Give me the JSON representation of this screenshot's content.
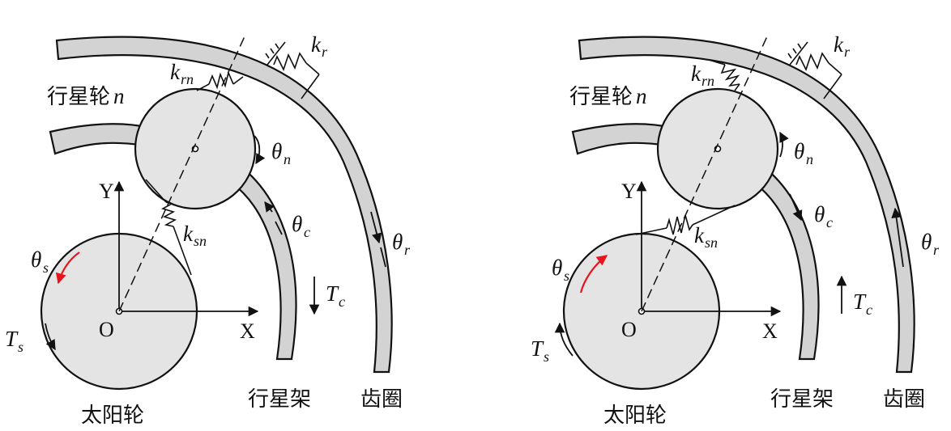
{
  "panels": [
    {
      "id": "left",
      "labels": {
        "planet": "行星轮",
        "planet_index": "n",
        "sun": "太阳轮",
        "carrier": "行星架",
        "ring": "齿圈",
        "axis_x": "X",
        "axis_y": "Y",
        "origin": "O"
      },
      "symbols": {
        "theta_n": {
          "main": "θ",
          "sub": "n"
        },
        "theta_c": {
          "main": "θ",
          "sub": "c"
        },
        "theta_r": {
          "main": "θ",
          "sub": "r"
        },
        "theta_s": {
          "main": "θ",
          "sub": "s"
        },
        "T_s": {
          "main": "T",
          "sub": "s"
        },
        "T_c": {
          "main": "T",
          "sub": "c"
        },
        "k_rn": {
          "main": "k",
          "sub": "rn"
        },
        "k_sn": {
          "main": "k",
          "sub": "sn"
        },
        "k_r": {
          "main": "k",
          "sub": "r"
        }
      }
    },
    {
      "id": "right",
      "labels": {
        "planet": "行星轮",
        "planet_index": "n",
        "sun": "太阳轮",
        "carrier": "行星架",
        "ring": "齿圈",
        "axis_x": "X",
        "axis_y": "Y",
        "origin": "O"
      },
      "symbols": {
        "theta_n": {
          "main": "θ",
          "sub": "n"
        },
        "theta_c": {
          "main": "θ",
          "sub": "c"
        },
        "theta_r": {
          "main": "θ",
          "sub": "r"
        },
        "theta_s": {
          "main": "θ",
          "sub": "s"
        },
        "T_s": {
          "main": "T",
          "sub": "s"
        },
        "T_c": {
          "main": "T",
          "sub": "c"
        },
        "k_rn": {
          "main": "k",
          "sub": "rn"
        },
        "k_sn": {
          "main": "k",
          "sub": "sn"
        },
        "k_r": {
          "main": "k",
          "sub": "r"
        }
      }
    }
  ],
  "colors": {
    "sun_rotation_arrow": "#e8141b",
    "stroke": "#111111",
    "ring_fill": "#d3d3d3",
    "gear_fill": "#e4e4e4"
  }
}
